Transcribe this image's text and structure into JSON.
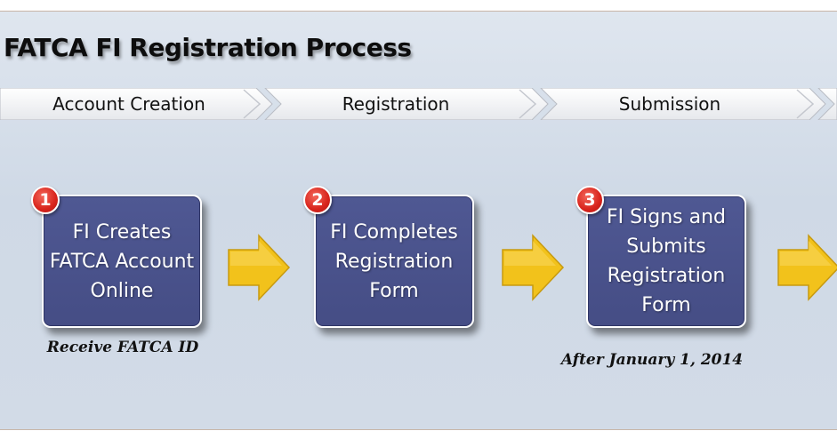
{
  "title": "FATCA FI Registration Process",
  "stages": [
    {
      "label": "Account Creation"
    },
    {
      "label": "Registration"
    },
    {
      "label": "Submission"
    }
  ],
  "steps": [
    {
      "number": "1",
      "text": "FI Creates\nFATCA Account\nOnline",
      "caption": "Receive FATCA ID"
    },
    {
      "number": "2",
      "text": "FI Completes\nRegistration\nForm",
      "caption": ""
    },
    {
      "number": "3",
      "text": "FI Signs and\nSubmits\nRegistration\nForm",
      "caption": "After January 1, 2014"
    }
  ],
  "colors": {
    "step_box": "#4a528c",
    "badge": "#d8241c",
    "arrow": "#f2c21b",
    "stage_bar": "#f4f5f7",
    "background": "#d4dde9"
  },
  "icons": [
    "chevron-right-icon",
    "arrow-right-icon"
  ]
}
